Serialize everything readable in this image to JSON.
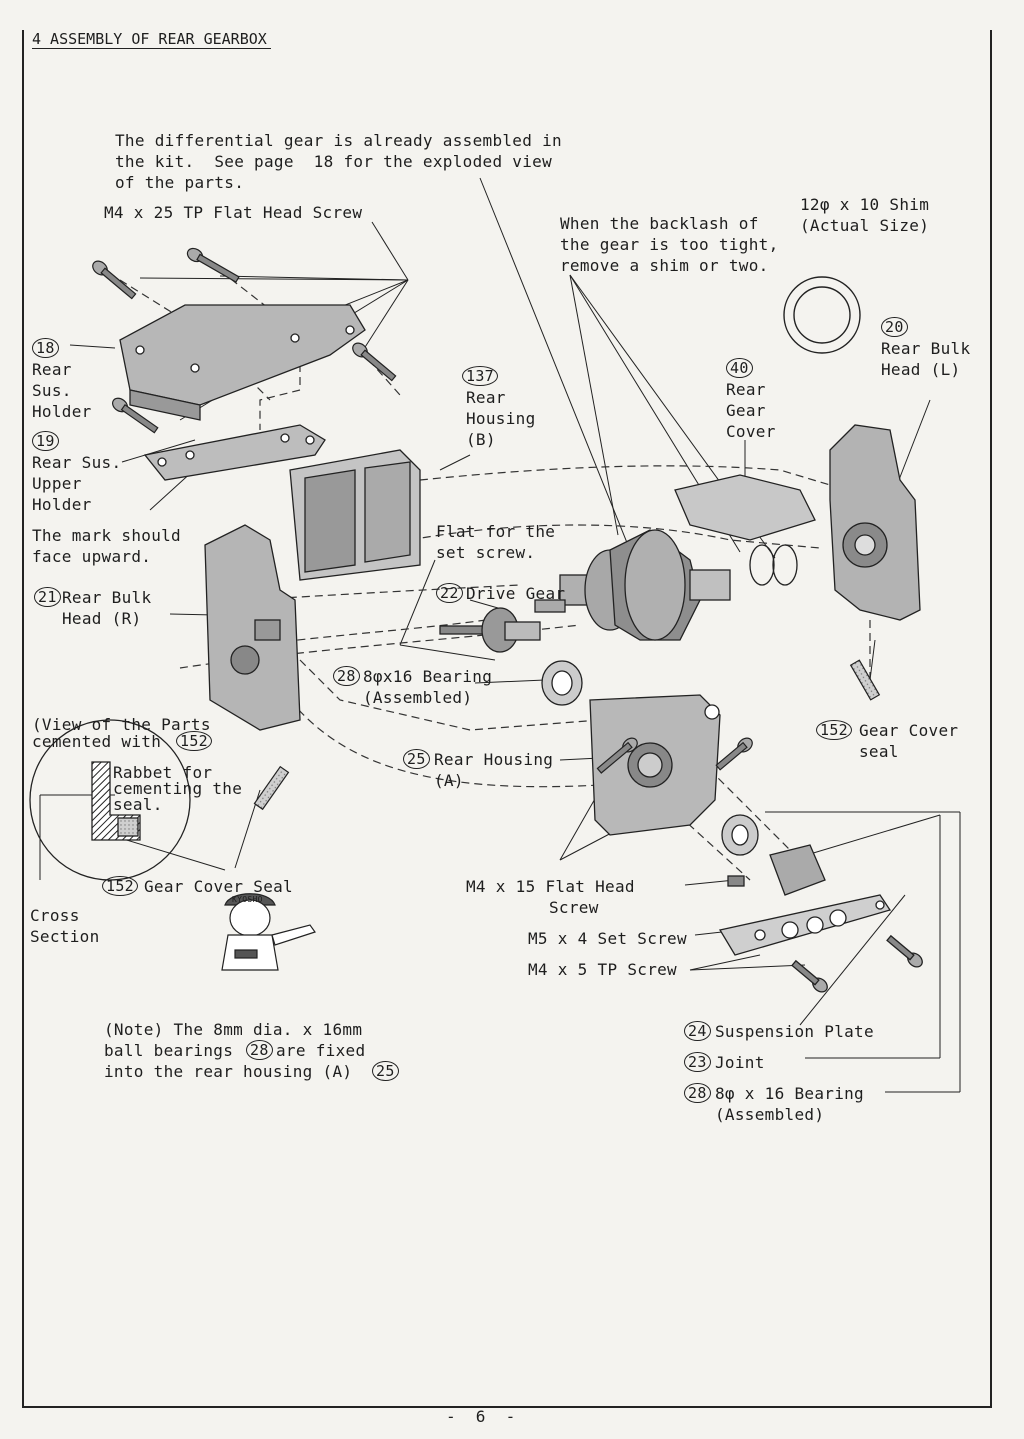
{
  "title": "4 ASSEMBLY OF REAR GEARBOX",
  "intro": [
    "The differential gear is already assembled in",
    "the kit.  See page  18 for the exploded view",
    "of the parts."
  ],
  "labels": {
    "m4x25": "M4 x 25 TP Flat Head Screw",
    "backlash": [
      "When the backlash of",
      "the gear is too tight,",
      "remove a shim or two."
    ],
    "shim": [
      "12φ x 10 Shim",
      "(Actual Size)"
    ],
    "p18": {
      "num": "18",
      "text": [
        "Rear",
        "Sus.",
        "Holder"
      ]
    },
    "p19": {
      "num": "19",
      "text": [
        "Rear Sus.",
        "Upper",
        "Holder"
      ]
    },
    "mark": [
      "The mark should",
      "face upward."
    ],
    "p137": {
      "num": "137",
      "text": [
        "Rear",
        "Housing",
        "(B)"
      ]
    },
    "p40": {
      "num": "40",
      "text": [
        "Rear",
        "Gear",
        "Cover"
      ]
    },
    "p20": {
      "num": "20",
      "text": [
        "Rear Bulk",
        "Head (L)"
      ]
    },
    "flat": [
      "Flat for the",
      "set screw."
    ],
    "p21": {
      "num": "21",
      "text": [
        "Rear Bulk",
        "Head (R)"
      ]
    },
    "p22": {
      "num": "22",
      "text": "Drive Gear"
    },
    "p28a": {
      "num": "28",
      "text": [
        "8φx16 Bearing",
        "(Assembled)"
      ]
    },
    "view": "(View of the Parts",
    "cemented": "cemented with",
    "p152view": "152",
    "rabbet": [
      "Rabbet for",
      "cementing the",
      "seal."
    ],
    "p25": {
      "num": "25",
      "text": [
        "Rear Housing",
        "(A)"
      ]
    },
    "p152a": {
      "num": "152",
      "text": [
        "Gear Cover",
        "seal"
      ]
    },
    "p152b": {
      "num": "152",
      "text": "Gear Cover Seal"
    },
    "cross": [
      "Cross",
      "Section"
    ],
    "m4x15": [
      "M4 x 15 Flat Head",
      "Screw"
    ],
    "m5x4": "M5 x 4 Set Screw",
    "m4x5": "M4 x 5 TP Screw",
    "note": [
      "(Note) The 8mm dia. x 16mm",
      "ball bearings",
      "are fixed",
      "into the rear housing (A)"
    ],
    "note_num1": "28",
    "note_num2": "25",
    "p24": {
      "num": "24",
      "text": "Suspension Plate"
    },
    "p23": {
      "num": "23",
      "text": "Joint"
    },
    "p28b": {
      "num": "28",
      "text": [
        "8φ x 16 Bearing",
        "(Assembled)"
      ]
    },
    "logo": "KYOSHO",
    "page": "-  6  -"
  }
}
